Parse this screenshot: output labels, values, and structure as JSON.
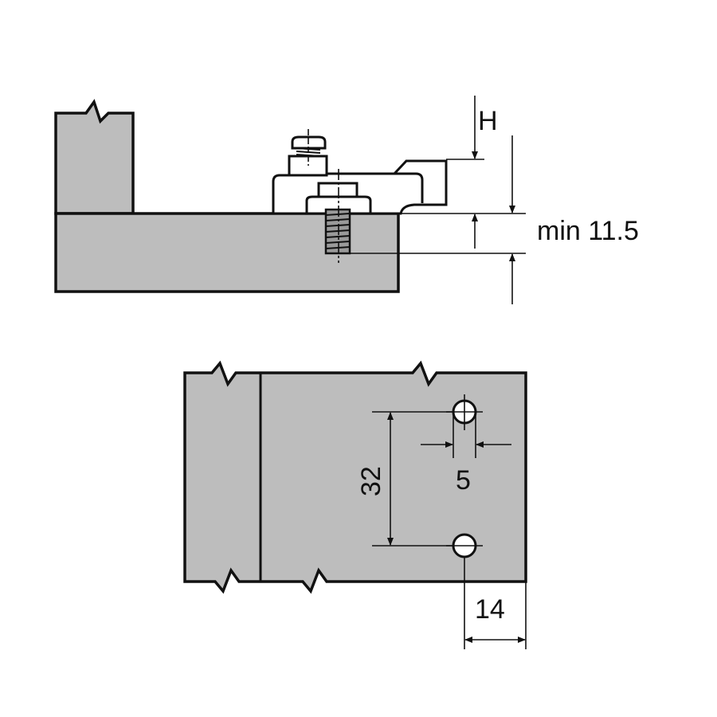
{
  "side_view": {
    "height_label": "H",
    "min_depth_label": "min 11.5"
  },
  "top_view": {
    "hole_spacing_label": "32",
    "hole_diameter_label": "5",
    "edge_distance_label": "14"
  },
  "colors": {
    "panel_fill": "#bdbdbd",
    "line": "#111111"
  }
}
